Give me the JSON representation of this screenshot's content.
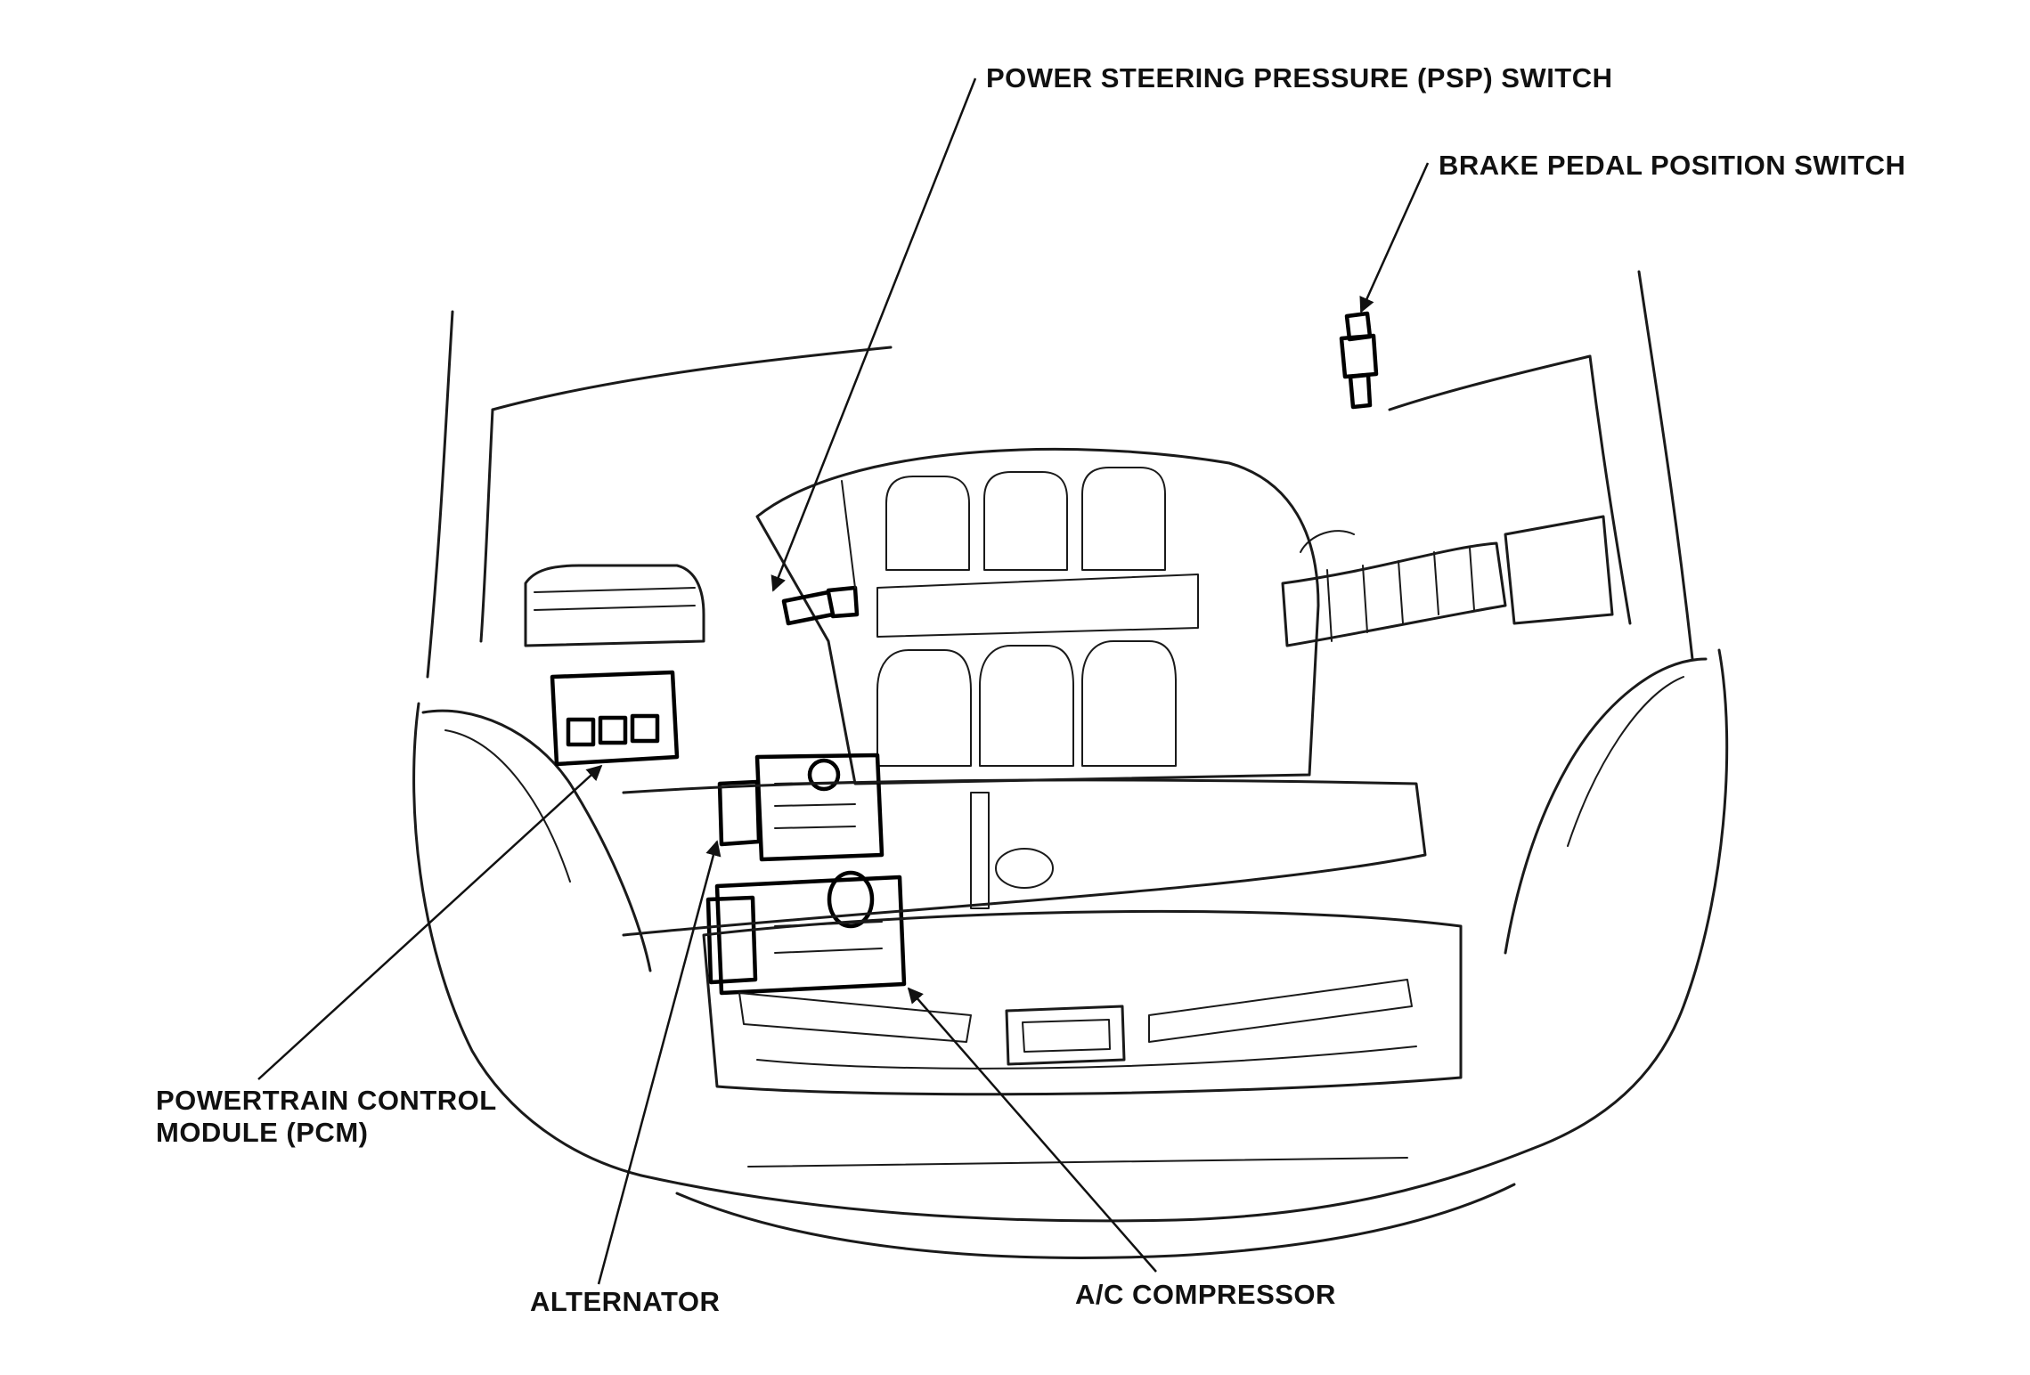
{
  "labels": {
    "psp_switch": "POWER STEERING PRESSURE (PSP) SWITCH",
    "brake_switch": "BRAKE PEDAL POSITION SWITCH",
    "pcm": "POWERTRAIN CONTROL\nMODULE (PCM)",
    "alternator": "ALTERNATOR",
    "ac_compressor": "A/C COMPRESSOR"
  },
  "colors": {
    "line": "#1a1a1a",
    "background": "#ffffff"
  }
}
